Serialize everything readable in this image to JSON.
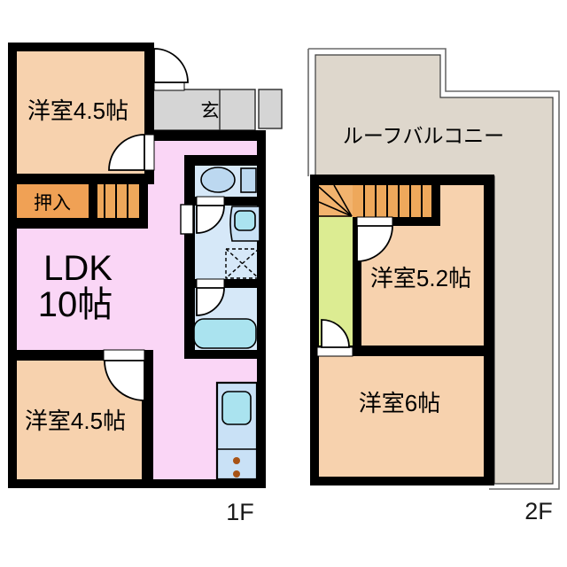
{
  "plan_title": "2-story apartment floor plan",
  "floor_1f": {
    "label": "1F",
    "bedroom_top": "洋室4.5帖",
    "closet": "押入",
    "entrance": "玄",
    "ldk_line1": "LDK",
    "ldk_line2": "10帖",
    "bedroom_bottom": "洋室4.5帖"
  },
  "floor_2f": {
    "label": "2F",
    "roof_balcony": "ルーフバルコニー",
    "bedroom_52": "洋室5.2帖",
    "bedroom_6": "洋室6帖"
  },
  "colors": {
    "wall": "#000000",
    "room_peach": "#f7d2ae",
    "closet_orange": "#f0a155",
    "stairs_orange": "#eea85b",
    "ldk_pink": "#fad6f6",
    "sanitary_blue": "#d6e8f8",
    "fixture_cyan": "#aae3ef",
    "toilet_blue": "#bcd8f0",
    "kitchen_blue": "#c9e1f6",
    "entrance_gray": "#d5d5d5",
    "balcony_beige": "#ded7cc",
    "hall_green": "#dcec92",
    "burner_brown": "#a85315"
  }
}
